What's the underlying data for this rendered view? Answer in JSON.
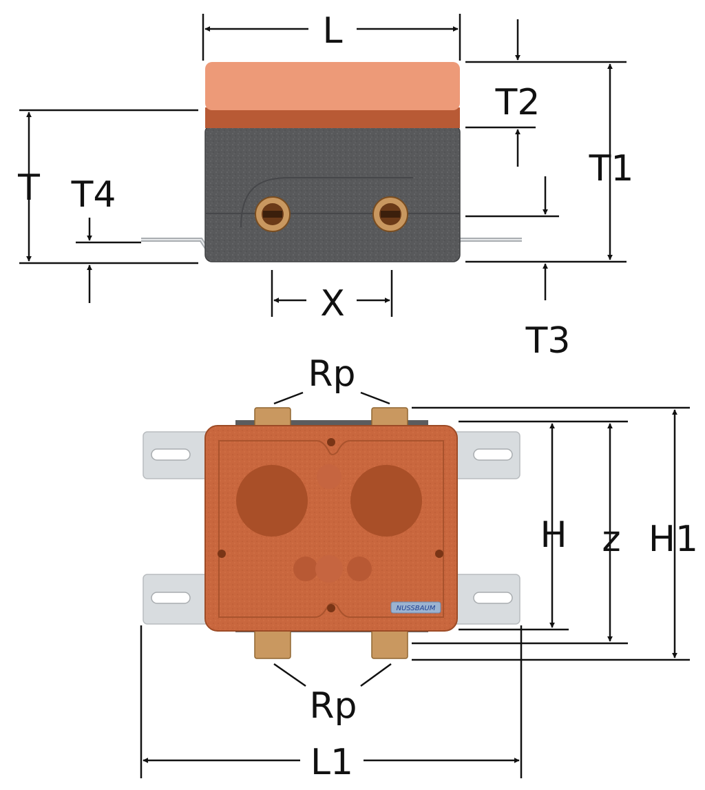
{
  "colors": {
    "cover_top": "#ed9a78",
    "cover_band": "#b85a35",
    "insulation": "#58595b",
    "box_body": "#c9673e",
    "box_recess": "#a94f28",
    "brass": "#c99860",
    "bracket": "#d8dcdf",
    "badge": "#9bb3d1"
  },
  "icons": {
    "arrow": "dimension-arrow",
    "connection": "threaded-socket"
  },
  "labels": {
    "L": "L",
    "T": "T",
    "T1": "T1",
    "T2": "T2",
    "T3": "T3",
    "T4": "T4",
    "X": "X",
    "Rp_top": "Rp",
    "Rp_bottom": "Rp",
    "H": "H",
    "z": "z",
    "H1": "H1",
    "L1": "L1"
  },
  "badge": {
    "text": "NUSSBAUM"
  }
}
